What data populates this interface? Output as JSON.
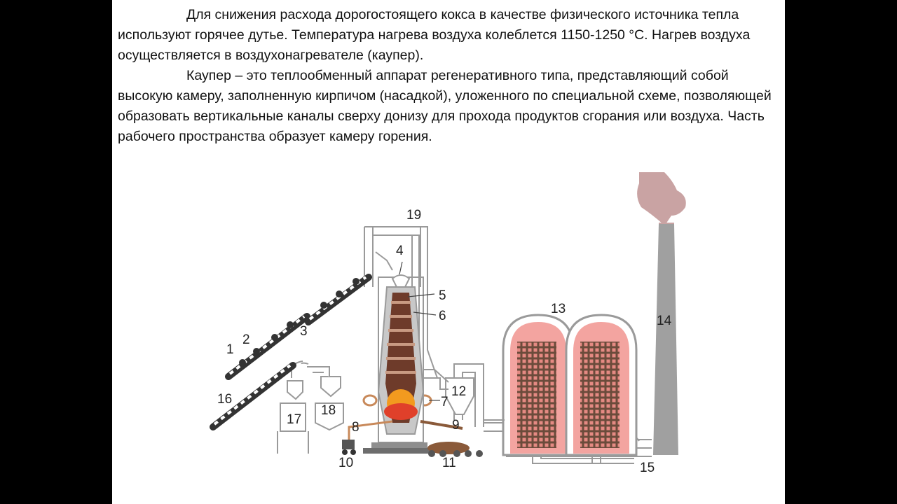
{
  "slide": {
    "paragraphs": [
      "Для снижения расхода дорогостоящего кокса в качестве физического источника тепла используют горячее дутье. Температура нагрева воздуха колеблется 1150-1250 °С. Нагрев воздуха осуществляется в воздухонагревателе (каупер).",
      "Каупер – это теплообменный аппарат регенеративного типа, представляющий собой высокую камеру, заполненную кирпичом (насадкой), уложенного по специальной схеме, позволяющей образовать вертикальные каналы сверху донизу для прохода продуктов сгорания или воздуха. Часть рабочего пространства образует камеру горения."
    ]
  },
  "diagram": {
    "labels": {
      "n1": "1",
      "n2": "2",
      "n3": "3",
      "n4": "4",
      "n5": "5",
      "n6": "6",
      "n7": "7",
      "n8": "8",
      "n9": "9",
      "n10": "10",
      "n11": "11",
      "n12": "12",
      "n13": "13",
      "n14": "14",
      "n15": "15",
      "n16": "16",
      "n17": "17",
      "n18": "18",
      "n19": "19"
    },
    "colors": {
      "pipe": "#b9b9b9",
      "frame": "#c8c8c8",
      "brick": "#6e3b2a",
      "flame": "#f29a1f",
      "stove_fill": "#f3a4a0",
      "checker": "#6b4b3b",
      "chimney": "#a0a0a0",
      "smoke": "#c9a3a3"
    }
  }
}
